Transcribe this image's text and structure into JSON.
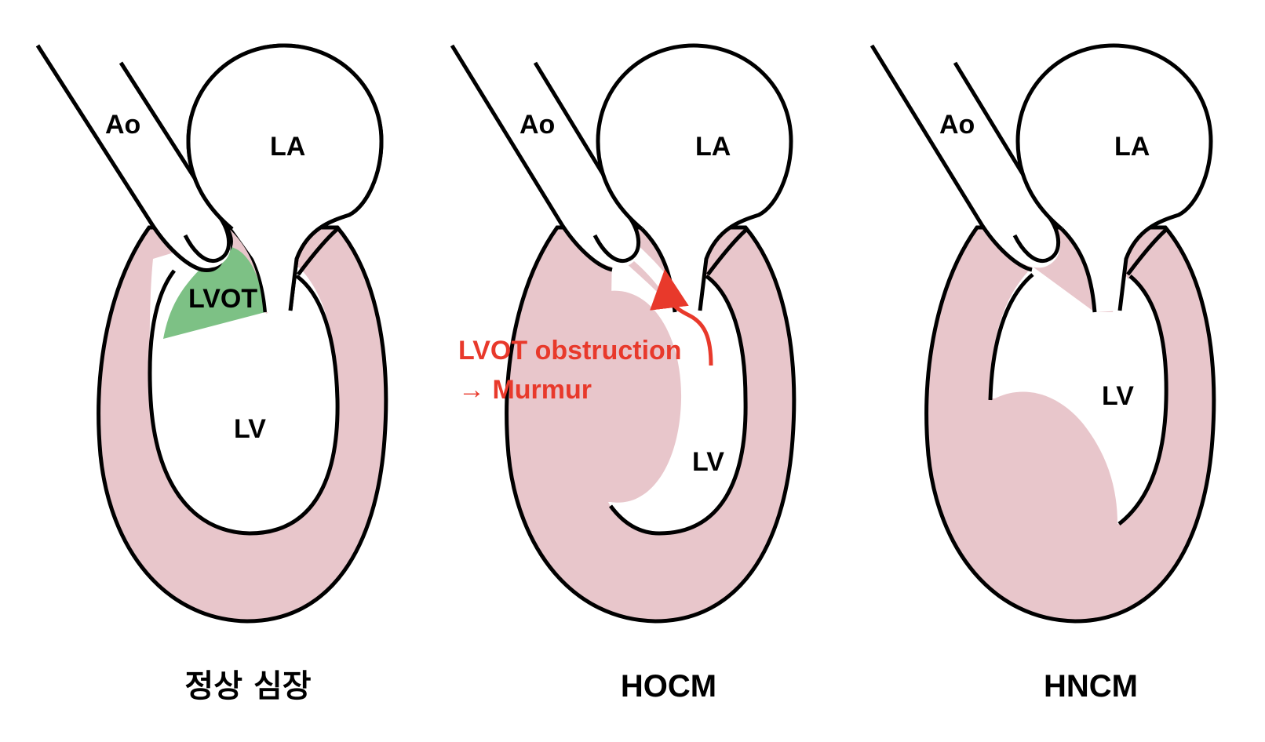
{
  "panels": [
    {
      "id": "normal",
      "caption": "정상 심장",
      "labels": {
        "ao": "Ao",
        "la": "LA",
        "lv": "LV",
        "lvot": "LVOT"
      }
    },
    {
      "id": "hocm",
      "caption": "HOCM",
      "labels": {
        "ao": "Ao",
        "la": "LA",
        "lv": "LV"
      },
      "annotation": {
        "line1": "LVOT obstruction",
        "line2": "→ Murmur"
      }
    },
    {
      "id": "hncm",
      "caption": "HNCM",
      "labels": {
        "ao": "Ao",
        "la": "LA",
        "lv": "LV"
      }
    }
  ],
  "colors": {
    "myocardium": "#e8c6cb",
    "lvot_highlight": "#7dc185",
    "outline": "#000000",
    "annotation": "#e8392b",
    "background": "#ffffff"
  },
  "icons": {
    "flow_arrow": "curved-red-arrow-icon"
  }
}
